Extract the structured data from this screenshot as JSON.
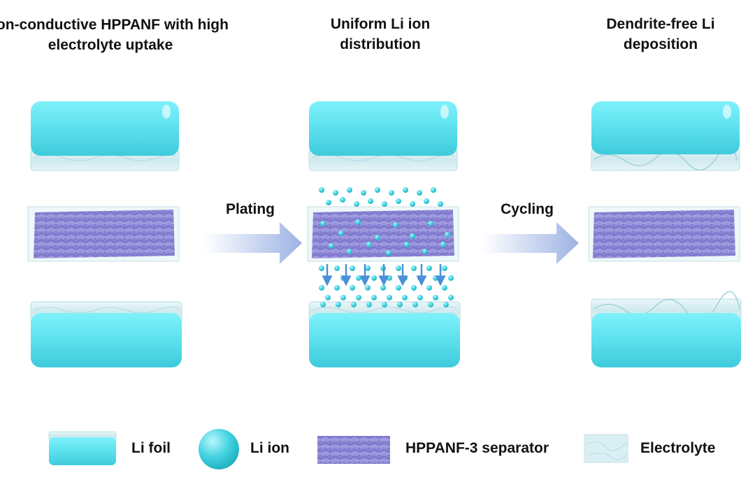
{
  "titles": {
    "step1": "Ion-conductive HPPANF with high electrolyte uptake",
    "step2": "Uniform Li ion distribution",
    "step3": "Dendrite-free Li deposition"
  },
  "process": {
    "plating": "Plating",
    "cycling": "Cycling"
  },
  "legend": {
    "li_foil": "Li foil",
    "li_ion": "Li ion",
    "separator": "HPPANF-3 separator",
    "electrolyte": "Electrolyte"
  },
  "colors": {
    "li_foil": "#5fe0ee",
    "li_ion": "#35c3d3",
    "separator": "#8e86d6",
    "electrolyte": "#d7eef2",
    "arrow": "#a7b9e6",
    "ion_arrow": "#4a8fd8"
  }
}
